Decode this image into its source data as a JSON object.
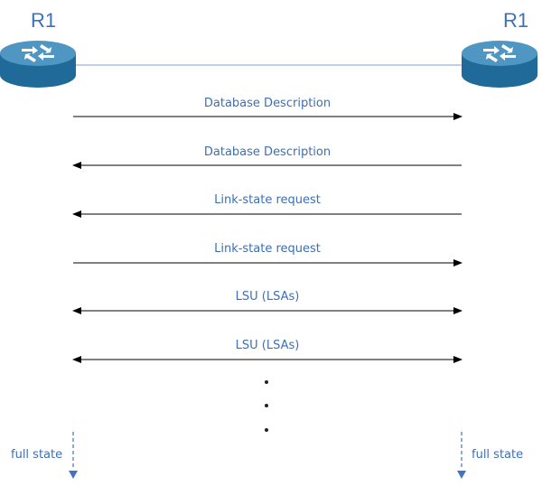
{
  "routers": {
    "left": "R1",
    "right": "R1"
  },
  "messages": [
    {
      "label": "Database  Description",
      "direction": "right"
    },
    {
      "label": "Database  Description",
      "direction": "left"
    },
    {
      "label": "Link-state  request",
      "direction": "left"
    },
    {
      "label": "Link-state  request",
      "direction": "right"
    },
    {
      "label": "LSU (LSAs)",
      "direction": "both"
    },
    {
      "label": "LSU (LSAs)",
      "direction": "both"
    }
  ],
  "states": {
    "left": "full state",
    "right": "full state"
  },
  "colors": {
    "router_body": "#2a6f9a",
    "router_top": "#4d9ac4",
    "label_text": "#3d6fb4",
    "arrow": "#000000",
    "dashed": "#4472c4",
    "link": "#7aa0d4"
  }
}
